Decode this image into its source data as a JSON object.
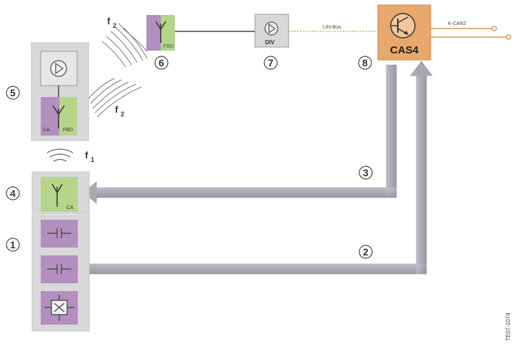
{
  "labels": {
    "n1": "1",
    "n2": "2",
    "n3": "3",
    "n4": "4",
    "n5": "5",
    "n6": "6",
    "n7": "7",
    "n8": "8"
  },
  "freq": {
    "f_main": "f",
    "sub2": "2",
    "sub1": "1"
  },
  "modules": {
    "ca": "CA",
    "fbd": "FBD",
    "div": "DIV",
    "cas": "CAS4"
  },
  "bus": {
    "lin": "LIN-Bus",
    "kcan": "K-CAN2"
  },
  "image_code": "TE07-1074",
  "colors": {
    "purple": "#b38fbf",
    "green": "#b5d58a",
    "gray_panel": "#d6d6d6",
    "arrow": "#a8a8b4",
    "orange": "#e8a86b",
    "bus_dotted": "#e0b050"
  }
}
